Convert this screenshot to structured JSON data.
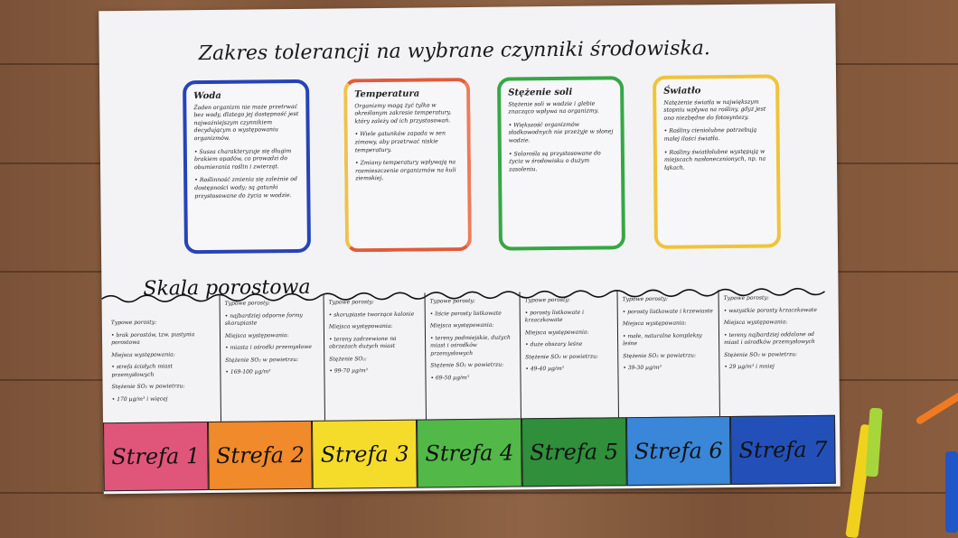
{
  "poster": {
    "title": "Zakres tolerancji na wybrane czynniki środowiska.",
    "cards": [
      {
        "title": "Woda",
        "paragraphs": [
          "Żaden organizm nie może przetrwać bez wody, dlatego jej dostępność jest najważniejszym czynnikiem decydującym o występowaniu organizmów.",
          "• Susza charakteryzuje się długim brakiem opadów, co prowadzi do obumierania roślin i zwierząt.",
          "• Roślinność zmienia się zależnie od dostępności wody; są gatunki przystosowane do życia w wodzie."
        ]
      },
      {
        "title": "Temperatura",
        "paragraphs": [
          "Organizmy mogą żyć tylko w określonym zakresie temperatury, który zależy od ich przystosowań.",
          "• Wiele gatunków zapada w sen zimowy, aby przetrwać niskie temperatury.",
          "• Zmiany temperatury wpływają na rozmieszczenie organizmów na kuli ziemskiej."
        ]
      },
      {
        "title": "Stężenie soli",
        "paragraphs": [
          "Stężenie soli w wodzie i glebie znacząco wpływa na organizmy.",
          "• Większość organizmów słodkowodnych nie przeżyje w słonej wodzie.",
          "• Solorośla są przystosowane do życia w środowisku o dużym zasoleniu."
        ]
      },
      {
        "title": "Światło",
        "paragraphs": [
          "Natężenie światła w największym stopniu wpływa na rośliny, gdyż jest ono niezbędne do fotosyntezy.",
          "• Rośliny cieniolubne potrzebują małej ilości światła.",
          "• Rośliny światłolubne występują w miejscach nasłonecznionych, np. na łąkach."
        ]
      }
    ],
    "scale_title": "Skala porostowa",
    "columns": [
      {
        "a": "Typowe porosty:",
        "b": "• brak porostów, tzw. pustynia porostowa",
        "c": "Miejsca występowania:",
        "d": "• strefa ścisłych miast przemysłowych",
        "e": "Stężenie SO₂ w powietrzu:",
        "f": "• 170 µg/m³ i więcej"
      },
      {
        "a": "Typowe porosty:",
        "b": "• najbardziej odporne formy skorupiaste",
        "c": "Miejsca występowania:",
        "d": "• miasta i ośrodki przemysłowe",
        "e": "Stężenie SO₂ w powietrzu:",
        "f": "• 169-100 µg/m³"
      },
      {
        "a": "Typowe porosty:",
        "b": "• skorupiaste tworzące kolonie",
        "c": "Miejsca występowania:",
        "d": "• tereny zadrzewione na obrzeżach dużych miast",
        "e": "Stężenie SO₂:",
        "f": "• 99-70 µg/m³"
      },
      {
        "a": "Typowe porosty:",
        "b": "• liście porosty listkowate",
        "c": "Miejsca występowania:",
        "d": "• tereny podmiejskie, dużych miast i ośrodków przemysłowych",
        "e": "Stężenie SO₂ w powietrzu:",
        "f": "• 69-50 µg/m³"
      },
      {
        "a": "Typowe porosty:",
        "b": "• porosty listkowate i krzaczkowate",
        "c": "Miejsca występowania:",
        "d": "• duże obszary leśne",
        "e": "Stężenie SO₂ w powietrzu:",
        "f": "• 49-40 µg/m³"
      },
      {
        "a": "Typowe porosty:",
        "b": "• porosty listkowate i krzewiaste",
        "c": "Miejsca występowania:",
        "d": "• małe, naturalne kompleksy leśne",
        "e": "Stężenie SO₂ w powietrzu:",
        "f": "• 39-30 µg/m³"
      },
      {
        "a": "Typowe porosty:",
        "b": "• wszystkie porosty krzaczkowate",
        "c": "Miejsca występowania:",
        "d": "• tereny najbardziej oddalone od miast i ośrodków przemysłowych",
        "e": "Stężenie SO₂ w powietrzu:",
        "f": "• 29 µg/m³ i mniej"
      }
    ],
    "zones": [
      "Strefa 1",
      "Strefa 2",
      "Strefa 3",
      "Strefa 4",
      "Strefa 5",
      "Strefa 6",
      "Strefa 7"
    ],
    "zone_colors": [
      "#e0567a",
      "#f08a2a",
      "#f5dc2a",
      "#52b848",
      "#2f8f3a",
      "#3a86d8",
      "#2350b8"
    ]
  }
}
